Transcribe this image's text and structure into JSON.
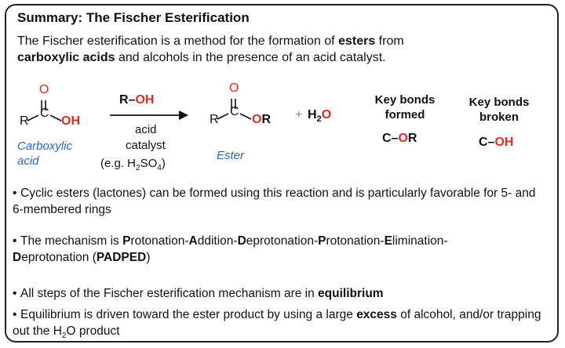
{
  "title": "Summary: The Fischer Esterification",
  "intro": {
    "p1": "The Fischer esterification is a method for the formation of ",
    "b1": "esters",
    "p2": " from ",
    "b2": "carboxylic acids",
    "p3": " and alcohols in the presence of an acid catalyst."
  },
  "reaction": {
    "acid": {
      "r": "R",
      "c": "C",
      "o_top": "O",
      "oh": "OH",
      "label": "Carboxylic acid"
    },
    "reagent": {
      "r": "R",
      "dash": "–",
      "oh": "OH"
    },
    "conditions": {
      "line1": "acid",
      "line2": "catalyst",
      "line3_pre": "(e.g. H",
      "sub2": "2",
      "mid": "SO",
      "sub4": "4",
      "close": ")"
    },
    "ester": {
      "r1": "R",
      "c": "C",
      "o_top": "O",
      "o": "O",
      "r2": "R",
      "label": "Ester"
    },
    "plus": "+",
    "water": {
      "h": "H",
      "sub": "2",
      "o": "O"
    }
  },
  "key_formed": {
    "line1": "Key bonds",
    "line2": "formed",
    "c": "C–",
    "o": "O",
    "r": "R"
  },
  "key_broken": {
    "line1": "Key bonds",
    "line2": "broken",
    "c": "C–",
    "oh": "OH"
  },
  "bullets": {
    "b1": "Cyclic esters (lactones) can be formed using this reaction and is particularly favorable for 5- and 6-membered rings",
    "b2": {
      "pre": "The mechanism is ",
      "P1": "P",
      "t1": "rotonation-",
      "A": "A",
      "t2": "ddition-",
      "D1": "D",
      "t3": "eprotonation-",
      "P2": "P",
      "t4": "rotonation-",
      "E": "E",
      "t5": "limination-",
      "D2": "D",
      "t6": "eprotonation (",
      "padped": "PADPED",
      "end": ")"
    },
    "b3": {
      "pre": "All steps of the Fischer esterification mechanism are in ",
      "bold": "equilibrium"
    },
    "b4": {
      "pre": "Equilibrium is driven toward the ester product by using a large ",
      "bold": "excess",
      "mid": " of alcohol, and/or trapping out the H",
      "sub": "2",
      "end": "O product"
    }
  },
  "colors": {
    "oxygen": "#e0291f",
    "label": "#2a64c4",
    "border": "#222222"
  }
}
